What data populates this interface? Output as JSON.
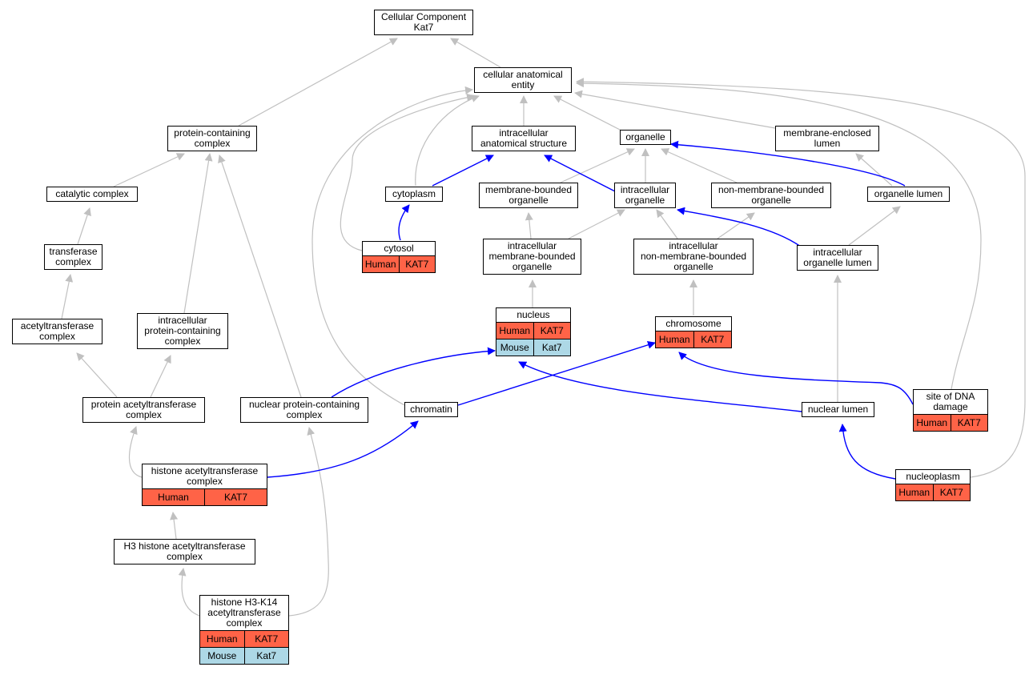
{
  "colors": {
    "is_a_edge": "#c0c0c0",
    "part_of_edge": "#0000ff",
    "human": "#ff6347",
    "mouse": "#add8e6"
  },
  "nodes": {
    "root": {
      "label": "Cellular Component\nKat7"
    },
    "cae": {
      "label": "cellular anatomical\nentity"
    },
    "pcc": {
      "label": "protein-containing\ncomplex"
    },
    "ias": {
      "label": "intracellular\nanatomical structure"
    },
    "organelle": {
      "label": "organelle"
    },
    "mel": {
      "label": "membrane-enclosed\nlumen"
    },
    "catcomplex": {
      "label": "catalytic complex"
    },
    "cytoplasm": {
      "label": "cytoplasm"
    },
    "mbo": {
      "label": "membrane-bounded\norganelle"
    },
    "io": {
      "label": "intracellular\norganelle"
    },
    "nmbo": {
      "label": "non-membrane-bounded\norganelle"
    },
    "ol": {
      "label": "organelle lumen"
    },
    "transcomplex": {
      "label": "transferase\ncomplex"
    },
    "cytosol": {
      "label": "cytosol",
      "annotations": [
        [
          "Human",
          "KAT7"
        ]
      ]
    },
    "imbo": {
      "label": "intracellular\nmembrane-bounded\norganelle"
    },
    "inmbo": {
      "label": "intracellular\nnon-membrane-bounded\norganelle"
    },
    "iol": {
      "label": "intracellular\norganelle lumen"
    },
    "acetylcomplex": {
      "label": "acetyltransferase\ncomplex"
    },
    "ipcc": {
      "label": "intracellular\nprotein-containing\ncomplex"
    },
    "nucleus": {
      "label": "nucleus",
      "annotations": [
        [
          "Human",
          "KAT7"
        ],
        [
          "Mouse",
          "Kat7"
        ]
      ]
    },
    "chromosome": {
      "label": "chromosome",
      "annotations": [
        [
          "Human",
          "KAT7"
        ]
      ]
    },
    "pac": {
      "label": "protein acetyltransferase\ncomplex"
    },
    "npcc": {
      "label": "nuclear protein-containing\ncomplex"
    },
    "chromatin": {
      "label": "chromatin"
    },
    "nuclumen": {
      "label": "nuclear lumen"
    },
    "sdd": {
      "label": "site of DNA\ndamage",
      "annotations": [
        [
          "Human",
          "KAT7"
        ]
      ]
    },
    "hac": {
      "label": "histone acetyltransferase\ncomplex",
      "annotations": [
        [
          "Human",
          "KAT7"
        ]
      ]
    },
    "nucleoplasm": {
      "label": "nucleoplasm",
      "annotations": [
        [
          "Human",
          "KAT7"
        ]
      ]
    },
    "h3hac": {
      "label": "H3 histone acetyltransferase\ncomplex"
    },
    "h3k14": {
      "label": "histone H3-K14\nacetyltransferase\ncomplex",
      "annotations": [
        [
          "Human",
          "KAT7"
        ],
        [
          "Mouse",
          "Kat7"
        ]
      ]
    }
  }
}
